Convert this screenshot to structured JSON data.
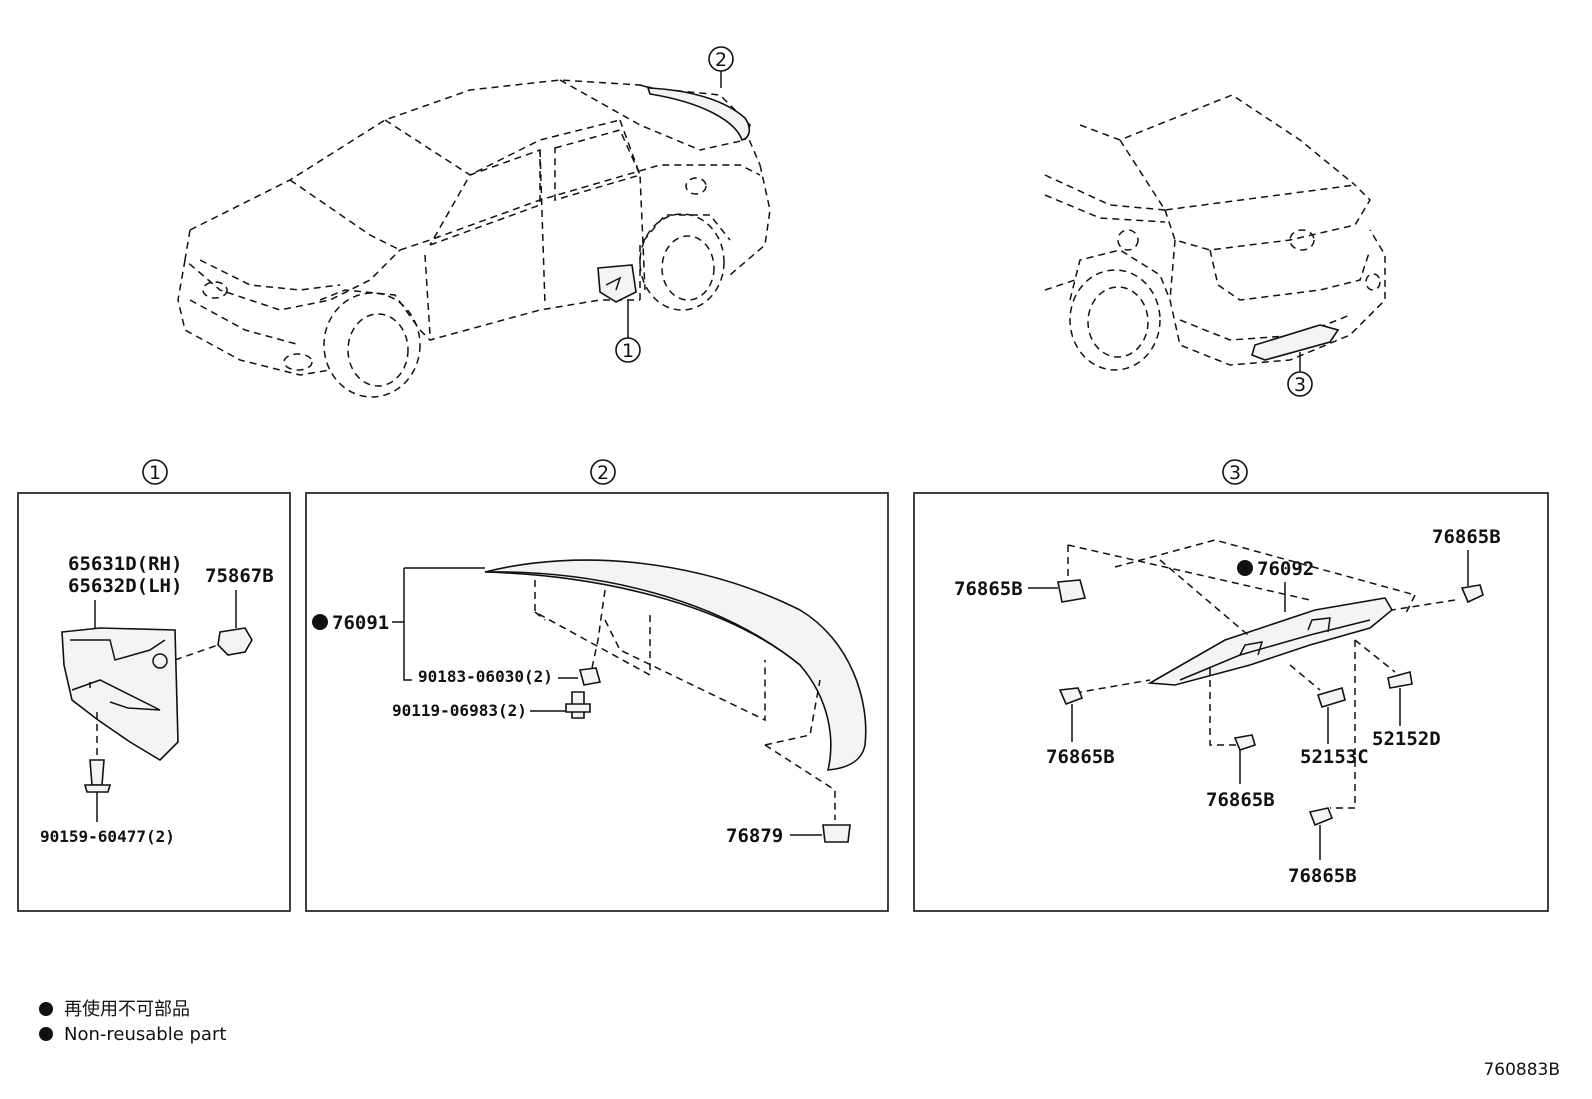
{
  "callouts": {
    "c1": "1",
    "c2": "2",
    "c3": "3"
  },
  "panel1": {
    "part_rh": "65631D(RH)",
    "part_lh": "65632D(LH)",
    "clip": "75867B",
    "screw": "90159-60477(2)"
  },
  "panel2": {
    "spoiler": "76091",
    "nut": "90183-06030(2)",
    "bolt": "90119-06983(2)",
    "seal": "76879"
  },
  "panel3": {
    "garnish": "76092",
    "clip_tl": "76865B",
    "clip_tr": "76865B",
    "clip_ml": "76865B",
    "clip_mid": "76865B",
    "clip_bot": "76865B",
    "cover_c": "52153C",
    "cover_d": "52152D"
  },
  "legend": {
    "line_jp": "再使用不可部品",
    "line_en": "Non-reusable part"
  },
  "diagram_code": "760883B"
}
